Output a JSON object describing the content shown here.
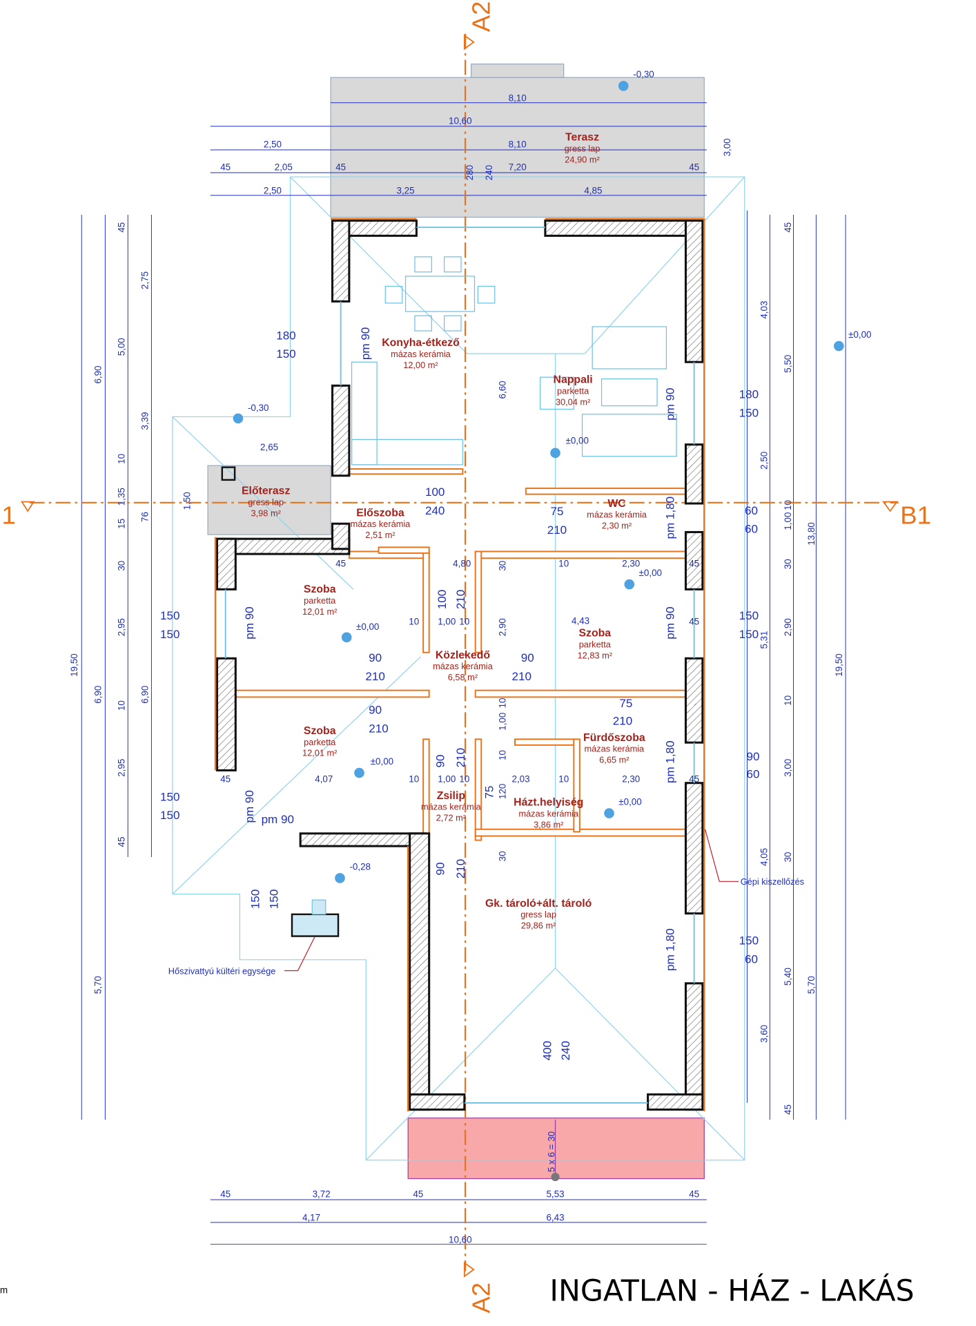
{
  "watermark": "INGATLAN - HÁZ - LAKÁS",
  "axes": {
    "top": "A2",
    "bottom": "A2",
    "left": "1",
    "right": "B1"
  },
  "corner_text": "m",
  "annotations": {
    "ventilation": "Gépi kiszellőzés",
    "heat_pump": "Hőszivattyú kültéri egysége"
  },
  "colors": {
    "dimension": "#1f2fb8",
    "room_label": "#a3221b",
    "wall_outline": "#e8731a",
    "axis": "#e8731a",
    "terrace": "#d9d9d9",
    "driveway": "#f8a8a8"
  },
  "rooms": [
    {
      "name": "Terasz",
      "floor": "gress lap",
      "area": "24,90 m²"
    },
    {
      "name": "Konyha-étkező",
      "floor": "mázas kerámia",
      "area": "12,00 m²"
    },
    {
      "name": "Nappali",
      "floor": "parketta",
      "area": "30,04 m²"
    },
    {
      "name": "Előterasz",
      "floor": "gress lap",
      "area": "3,98 m²"
    },
    {
      "name": "Előszoba",
      "floor": "mázas kerámia",
      "area": "2,51 m²"
    },
    {
      "name": "WC",
      "floor": "mázas kerámia",
      "area": "2,30 m²"
    },
    {
      "name": "Szoba",
      "floor": "parketta",
      "area": "12,01 m²"
    },
    {
      "name": "Szoba",
      "floor": "parketta",
      "area": "12,83 m²"
    },
    {
      "name": "Közlekedő",
      "floor": "mázas kerámia",
      "area": "6,58 m²"
    },
    {
      "name": "Szoba",
      "floor": "parketta",
      "area": "12,01 m²"
    },
    {
      "name": "Fürdőszoba",
      "floor": "mázas kerámia",
      "area": "6,65 m²"
    },
    {
      "name": "Zsilip",
      "floor": "mázas kerámia",
      "area": "2,72 m²"
    },
    {
      "name": "Házt.helyiség",
      "floor": "mázas kerámia",
      "area": "3,86 m²"
    },
    {
      "name": "Gk. tároló+ált. tároló",
      "floor": "gress lap",
      "area": "29,86 m²"
    }
  ],
  "dims": [
    "-0,30",
    "8,10",
    "10,60",
    "2,50",
    "8,10",
    "3,00",
    "45",
    "2,05",
    "45",
    "7,20",
    "45",
    "280",
    "240",
    "2,50",
    "3,25",
    "4,85",
    "6,90",
    "19,50",
    "6,90",
    "5,70",
    "45",
    "5,00",
    "10",
    "1,35",
    "15",
    "30",
    "2,95",
    "10",
    "2,95",
    "45",
    "2,75",
    "3,39",
    "76",
    "6,90",
    "1,50",
    "4,03",
    "2,50",
    "5,31",
    "4,05",
    "3,60",
    "45",
    "5,50",
    "10",
    "1,00",
    "30",
    "2,90",
    "10",
    "3,00",
    "30",
    "5,40",
    "45",
    "13,80",
    "5,70",
    "19,50",
    "±0,00",
    "45",
    "3,72",
    "45",
    "5,53",
    "45",
    "4,17",
    "6,43",
    "10,60",
    "pm 90",
    "-0,30",
    "2,65",
    "6,60",
    "pm 90",
    "±0,00",
    "pm 1,80",
    "45",
    "4,80",
    "30",
    "10",
    "2,30",
    "45",
    "±0,00",
    "100",
    "210",
    "pm 90",
    "±0,00",
    "10",
    "1,00",
    "10",
    "2,90",
    "4,43",
    "pm 90",
    "45",
    "10",
    "1,00",
    "10",
    "±0,00",
    "45",
    "4,07",
    "10",
    "1,00",
    "10",
    "2,03",
    "10",
    "2,30",
    "45",
    "90",
    "210",
    "pm 1,80",
    "pm 90",
    "pm 90",
    "75",
    "120",
    "90",
    "210",
    "±0,00",
    "30",
    "-0,28",
    "150",
    "150",
    "pm 1,80",
    "400",
    "240",
    "5 x 6 = 30",
    "180",
    "150",
    "180",
    "150",
    "100",
    "240",
    "60",
    "60",
    "75",
    "210",
    "150",
    "150",
    "150",
    "150",
    "90",
    "210",
    "90",
    "210",
    "75",
    "210",
    "90",
    "210",
    "90",
    "60",
    "150",
    "150",
    "150",
    "60"
  ]
}
